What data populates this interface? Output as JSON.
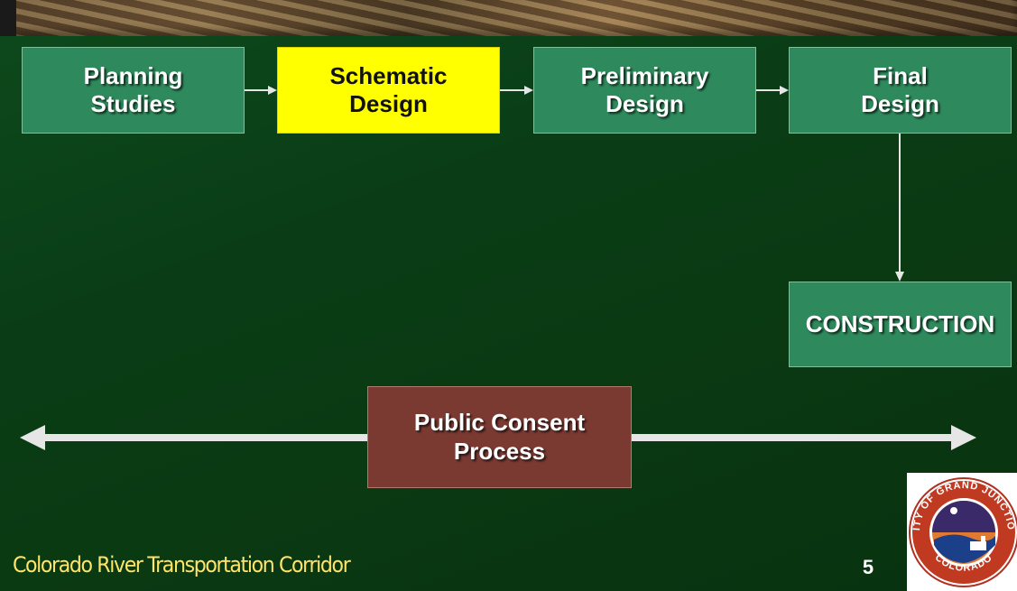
{
  "slide": {
    "process_steps": [
      {
        "line1": "Planning",
        "line2": "Studies",
        "state": "default"
      },
      {
        "line1": "Schematic",
        "line2": "Design",
        "state": "highlighted"
      },
      {
        "line1": "Preliminary",
        "line2": "Design",
        "state": "default"
      },
      {
        "line1": "Final",
        "line2": "Design",
        "state": "default"
      }
    ],
    "construction_label": "CONSTRUCTION",
    "public_process": {
      "line1": "Public Consent",
      "line2": "Process"
    },
    "footer_title": "Colorado River Transportation Corridor",
    "page_number": "5"
  },
  "seal": {
    "top_text": "CITY OF GRAND JUNCTION",
    "bottom_text": "COLORADO"
  },
  "colors": {
    "box_green": "#2e8a5c",
    "box_highlight": "#ffff00",
    "box_brown": "#7a3a32",
    "footer_text": "#ffe36a",
    "arrow": "#e6e6e6"
  }
}
